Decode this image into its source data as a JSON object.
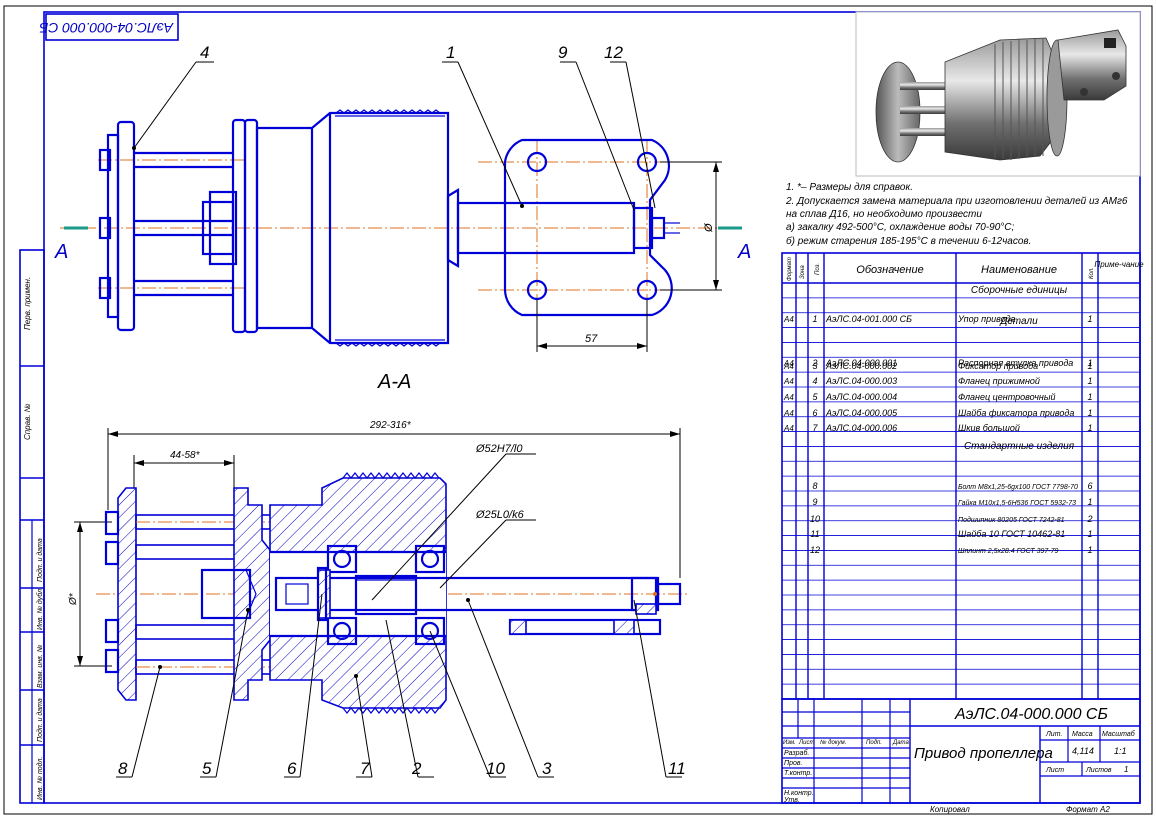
{
  "stamp_top": "АэЛС.04-000.000 СБ",
  "view_label": "А-А",
  "section_marker": "А",
  "dims": {
    "total_len": "292-316*",
    "flange_len": "44-58*",
    "bearing_fit": "Ø52H7/l0",
    "shaft_fit": "Ø25L0/k6",
    "dia_left": "Ø*",
    "width_57": "57",
    "height_right": "Ø"
  },
  "callouts": [
    "1",
    "2",
    "3",
    "4",
    "5",
    "6",
    "7",
    "8",
    "9",
    "10",
    "11",
    "12"
  ],
  "notes": [
    "1. *– Размеры для справок.",
    "2. Допускается замена материала при изготовлении деталей из АМг6",
    "на сплав Д16, но необходимо произвести",
    "a) закалку 492-500°С, охлаждение воды 70-90°С;",
    "б) режим старения 185-195°С в течении 6-12часов."
  ],
  "spec": {
    "headers": [
      "Формат",
      "Зона",
      "Поз.",
      "Обозначение",
      "Наименование",
      "Кол.",
      "Приме-чание"
    ],
    "rows": [
      {
        "fmt": "",
        "zone": "",
        "pos": "",
        "des": "",
        "name": "Сборочные единицы",
        "qty": "",
        "note": "",
        "section": true
      },
      {
        "fmt": "А4",
        "zone": "",
        "pos": "1",
        "des": "АэЛС.04-001.000 СБ",
        "name": "Упор привода",
        "qty": "1",
        "note": ""
      },
      {
        "fmt": "",
        "zone": "",
        "pos": "",
        "des": "",
        "name": "Детали",
        "qty": "",
        "note": "",
        "section": true
      },
      {
        "fmt": "А4",
        "zone": "",
        "pos": "2",
        "des": "АэЛС.04-000.001",
        "name": "Распорная втулка привода",
        "qty": "1",
        "note": ""
      },
      {
        "fmt": "А4",
        "zone": "",
        "pos": "3",
        "des": "АэЛС.04-000.002",
        "name": "Фиксатор привода",
        "qty": "1",
        "note": ""
      },
      {
        "fmt": "А4",
        "zone": "",
        "pos": "4",
        "des": "АэЛС.04-000.003",
        "name": "Фланец прижимной",
        "qty": "1",
        "note": ""
      },
      {
        "fmt": "А4",
        "zone": "",
        "pos": "5",
        "des": "АэЛС.04-000.004",
        "name": "Фланец центровочный",
        "qty": "1",
        "note": ""
      },
      {
        "fmt": "А4",
        "zone": "",
        "pos": "6",
        "des": "АэЛС.04-000.005",
        "name": "Шайба фиксатора привода",
        "qty": "1",
        "note": ""
      },
      {
        "fmt": "А4",
        "zone": "",
        "pos": "7",
        "des": "АэЛС.04-000.006",
        "name": "Шкив большой",
        "qty": "1",
        "note": ""
      },
      {
        "fmt": "",
        "zone": "",
        "pos": "",
        "des": "",
        "name": "Стандартные изделия",
        "qty": "",
        "note": "",
        "section": true
      },
      {
        "fmt": "",
        "zone": "",
        "pos": "8",
        "des": "",
        "name": "Болт М8х1,25-6gx100 ГОСТ 7798-70",
        "qty": "6",
        "note": ""
      },
      {
        "fmt": "",
        "zone": "",
        "pos": "9",
        "des": "",
        "name": "Гайка М10х1,5-6Н536 ГОСТ 5932-73",
        "qty": "1",
        "note": ""
      },
      {
        "fmt": "",
        "zone": "",
        "pos": "10",
        "des": "",
        "name": "Подшипник 80205 ГОСТ 7242-81",
        "qty": "2",
        "note": ""
      },
      {
        "fmt": "",
        "zone": "",
        "pos": "11",
        "des": "",
        "name": "Шайба 10 ГОСТ 10462-81",
        "qty": "1",
        "note": ""
      },
      {
        "fmt": "",
        "zone": "",
        "pos": "12",
        "des": "",
        "name": "Шплинт 2,5х28.4 ГОСТ 397-79",
        "qty": "1",
        "note": ""
      }
    ]
  },
  "title_block": {
    "code": "АэЛС.04-000.000 СБ",
    "name": "Привод пропеллера",
    "lit_label": "Лит.",
    "mass_label": "Масса",
    "scale_label": "Масштаб",
    "mass": "4,114",
    "scale": "1:1",
    "sheet_label": "Лист",
    "sheets_label": "Листов",
    "sheets": "1",
    "rows_left": [
      "Изм.",
      "Лист",
      "№ докум.",
      "Подп.",
      "Дата"
    ],
    "roles": [
      "Разраб.",
      "Пров.",
      "Т.контр.",
      "",
      "Н.контр.",
      "Утв."
    ],
    "copied": "Копировал",
    "format": "Формат А2"
  },
  "side_stamps": [
    "Перв. примен.",
    "Справ. №",
    "Подп. и дата",
    "Инв. № дубл.",
    "Взам. инв. №",
    "Подп. и дата",
    "Инв. № подл."
  ]
}
